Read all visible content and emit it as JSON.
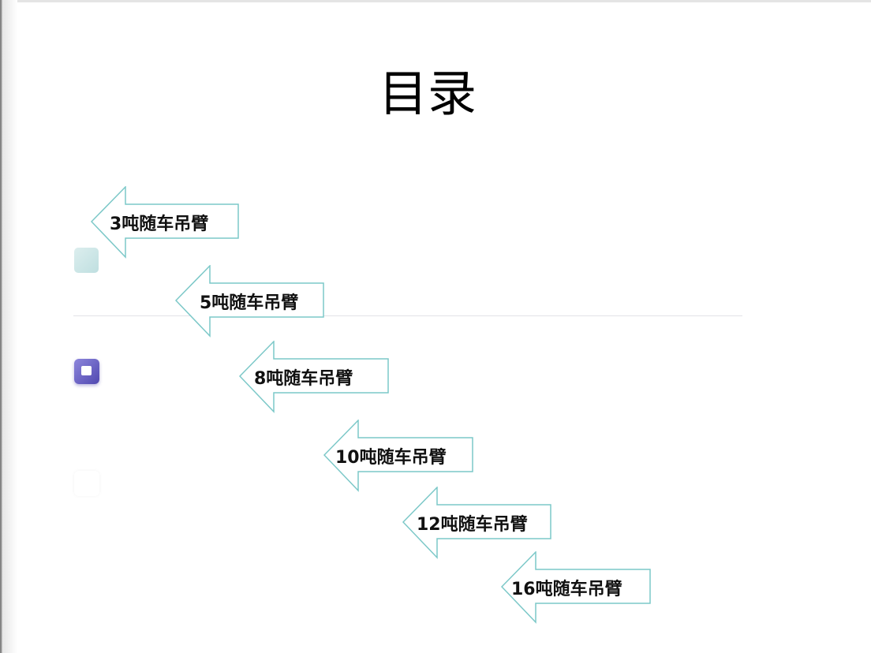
{
  "title": "目录",
  "items": [
    {
      "label": "3吨随车吊臂"
    },
    {
      "label": "5吨随车吊臂"
    },
    {
      "label": "8吨随车吊臂"
    },
    {
      "label": "10吨随车吊臂"
    },
    {
      "label": "12吨随车吊臂"
    },
    {
      "label": "16吨随车吊臂"
    }
  ],
  "colors": {
    "arrow_stroke": "#7cc8c8",
    "accent_icon": "#6a62c8"
  }
}
